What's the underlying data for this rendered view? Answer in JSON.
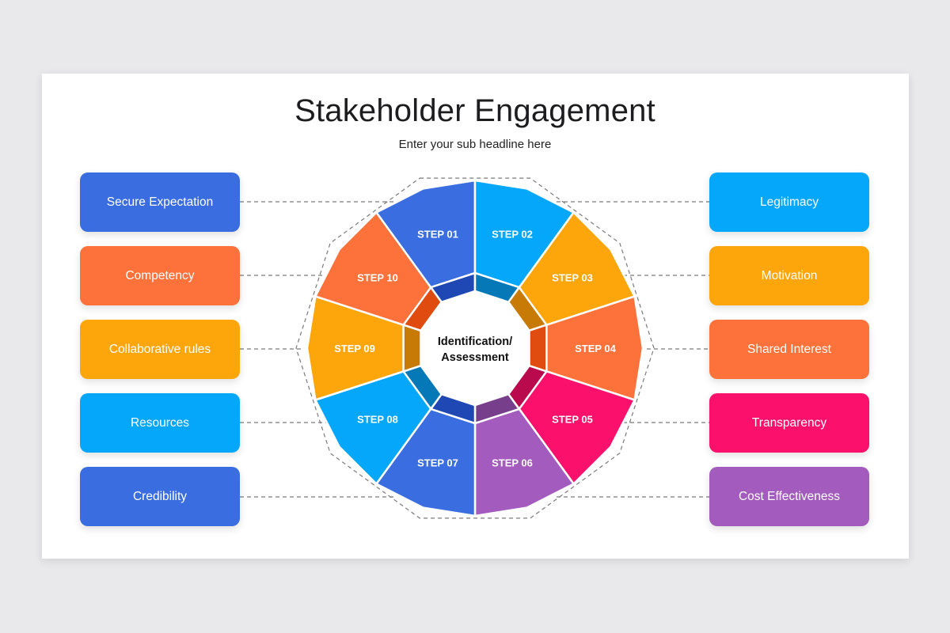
{
  "title": "Stakeholder Engagement",
  "subtitle": "Enter your sub headline here",
  "center": {
    "line1": "Identification/",
    "line2": "Assessment"
  },
  "steps": [
    {
      "label": "STEP 01",
      "color": "#3a6ee0",
      "dark": "#1f48b5"
    },
    {
      "label": "STEP 02",
      "color": "#05a7fb",
      "dark": "#0579b8"
    },
    {
      "label": "STEP 03",
      "color": "#fda60c",
      "dark": "#c77a05"
    },
    {
      "label": "STEP 04",
      "color": "#fd713a",
      "dark": "#e04c10"
    },
    {
      "label": "STEP 05",
      "color": "#fb106c",
      "dark": "#b80a4d"
    },
    {
      "label": "STEP 06",
      "color": "#a35bbd",
      "dark": "#773e8c"
    },
    {
      "label": "STEP 07",
      "color": "#3a6ee0",
      "dark": "#1f48b5"
    },
    {
      "label": "STEP 08",
      "color": "#05a7fb",
      "dark": "#0579b8"
    },
    {
      "label": "STEP 09",
      "color": "#fda60c",
      "dark": "#c77a05"
    },
    {
      "label": "STEP 10",
      "color": "#fd713a",
      "dark": "#e04c10"
    }
  ],
  "left_items": [
    {
      "label": "Secure Expectation",
      "color": "#3a6ee0"
    },
    {
      "label": "Competency",
      "color": "#fd713a"
    },
    {
      "label": "Collaborative rules",
      "color": "#fda60c"
    },
    {
      "label": "Resources",
      "color": "#05a7fb"
    },
    {
      "label": "Credibility",
      "color": "#3a6ee0"
    }
  ],
  "right_items": [
    {
      "label": "Legitimacy",
      "color": "#05a7fb"
    },
    {
      "label": "Motivation",
      "color": "#fda60c"
    },
    {
      "label": "Shared Interest",
      "color": "#fd713a"
    },
    {
      "label": "Transparency",
      "color": "#fb106c"
    },
    {
      "label": "Cost Effectiveness",
      "color": "#a35bbd"
    }
  ]
}
